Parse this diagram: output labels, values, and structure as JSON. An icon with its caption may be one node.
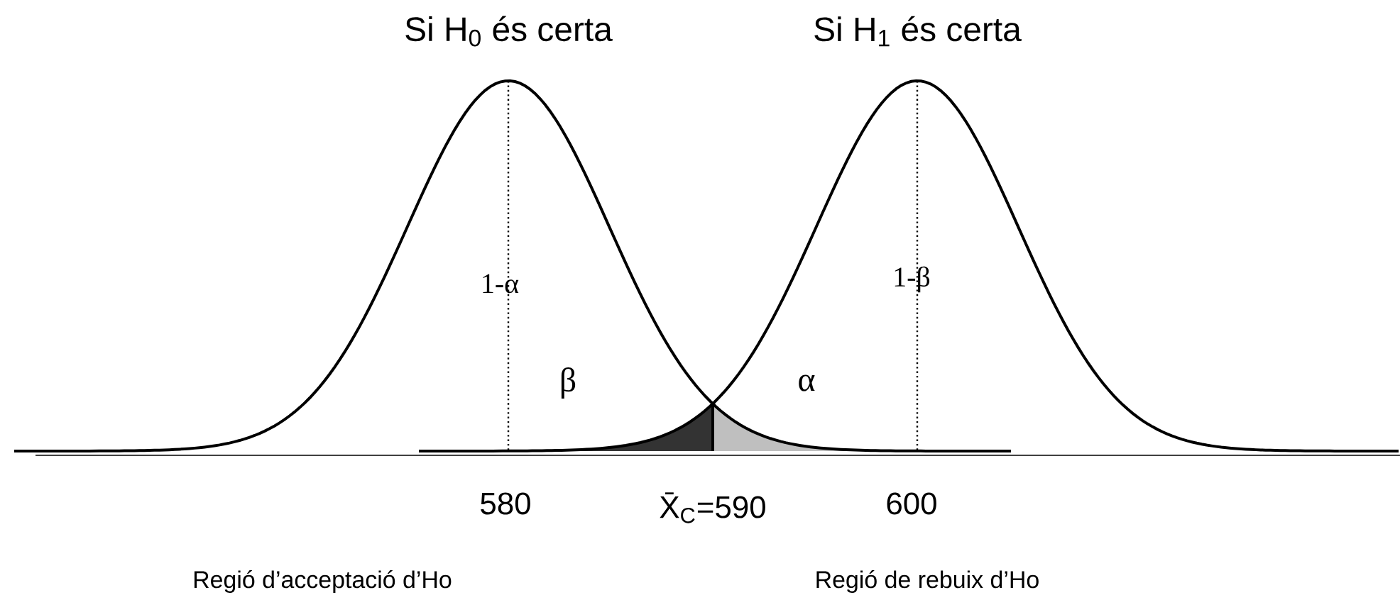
{
  "diagram": {
    "labels": [
      "Si H$_{0}$ és certa",
      "Si H$_{1}$ és certa",
      "1-α",
      "1-β",
      "β",
      "α",
      "580",
      "X̄$_{C}$=590",
      "600",
      "Regió d’acceptació d’Ho",
      "Regió de rebuix d’Ho"
    ]
  }
}
